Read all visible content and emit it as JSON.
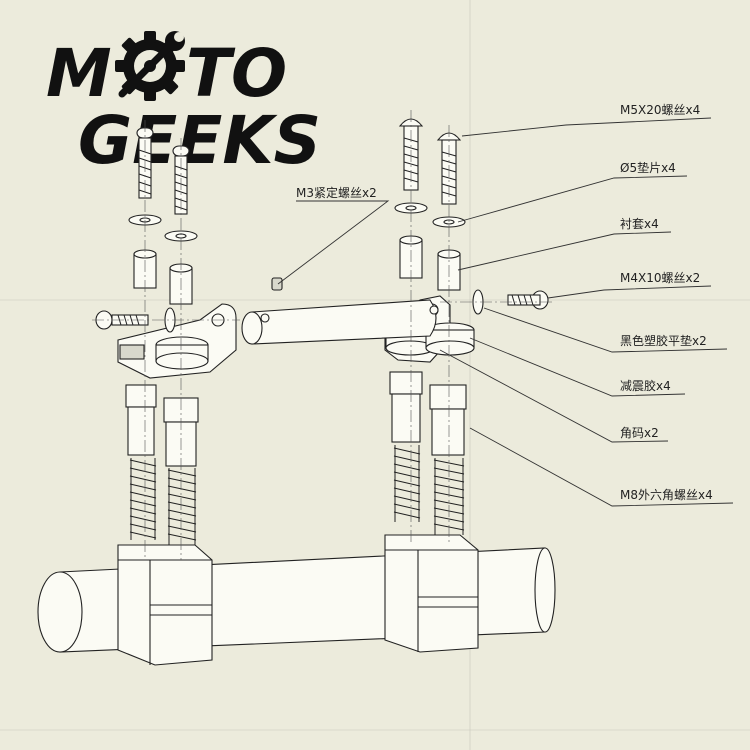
{
  "brand": {
    "line1_start": "M",
    "line1_end": "TO",
    "line2": "GEEKS"
  },
  "callouts": [
    {
      "id": "m5x20-screw",
      "label": "M5X20螺丝x4"
    },
    {
      "id": "washer",
      "label": "Ø5垫片x4"
    },
    {
      "id": "bushing",
      "label": "衬套x4"
    },
    {
      "id": "m4x10-screw",
      "label": "M4X10螺丝x2"
    },
    {
      "id": "plastic-washer",
      "label": "黑色塑胶平垫x2"
    },
    {
      "id": "damper",
      "label": "减震胶x4"
    },
    {
      "id": "bracket",
      "label": "角码x2"
    },
    {
      "id": "m8-hex-bolt",
      "label": "M8外六角螺丝x4"
    },
    {
      "id": "m3-set-screw",
      "label": "M3紧定螺丝x2"
    }
  ],
  "icons": {
    "gear": "gear-with-wrench-icon"
  }
}
